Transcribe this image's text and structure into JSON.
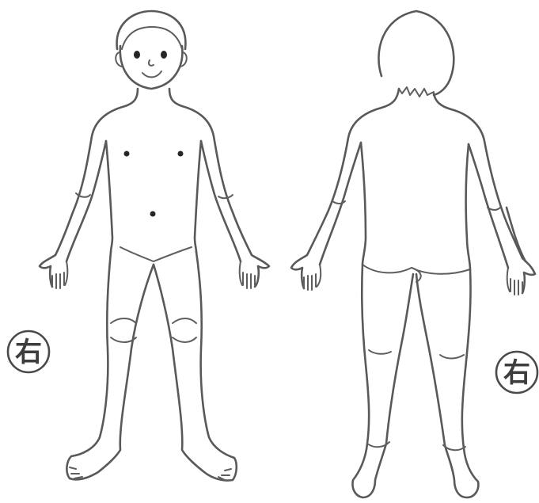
{
  "figures": [
    {
      "id": "front",
      "view": "front"
    },
    {
      "id": "back",
      "view": "back"
    }
  ],
  "side_markers": [
    {
      "for": "front",
      "label": "右"
    },
    {
      "for": "back",
      "label": "右"
    }
  ],
  "colors": {
    "line": "#595959",
    "background": "#ffffff"
  }
}
